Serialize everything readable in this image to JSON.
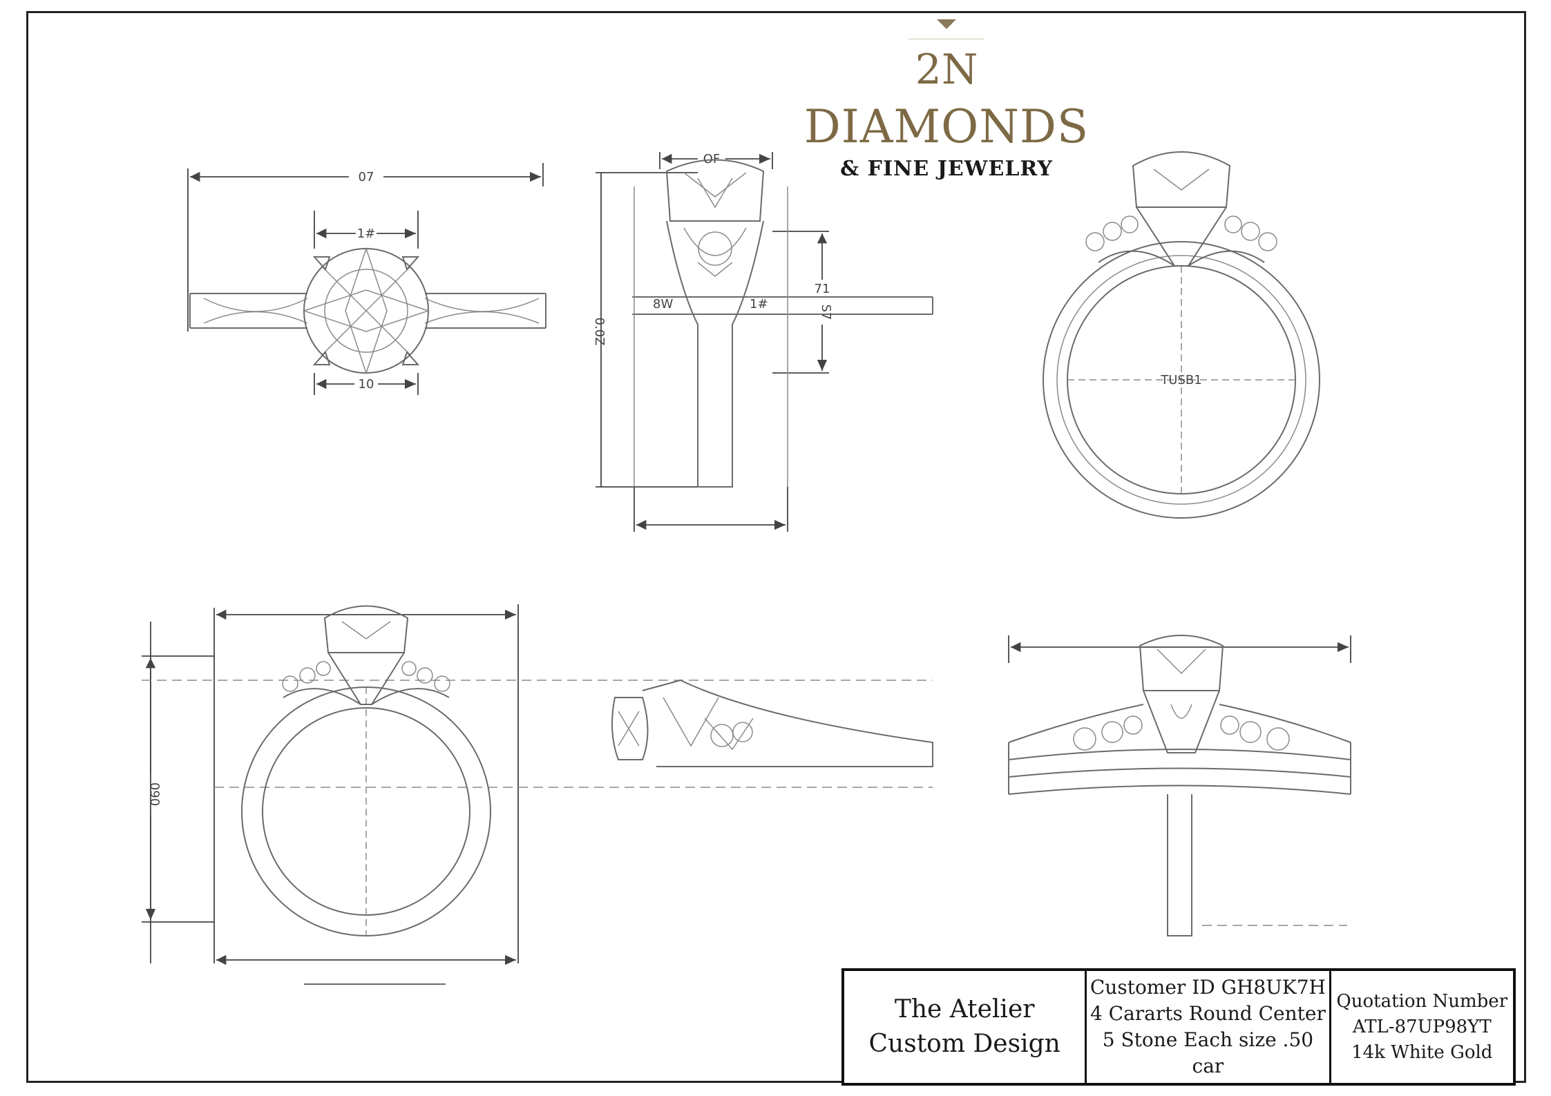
{
  "logo": {
    "monogram": "2N",
    "brand": "DIAMONDS",
    "subtitle": "& FINE JEWELRY",
    "accent_color": "#7d6a45"
  },
  "drawing": {
    "top_view": {
      "overall_width_label": "07",
      "stone_width_label": "1#",
      "band_label": "10"
    },
    "side_view": {
      "top_width_label": "OF",
      "height_label": "0.0Z",
      "left_band_label": "8W",
      "right_band_label": "1#",
      "stone_depth_label": "71",
      "shank_label": "S7"
    },
    "front_view": {
      "inner_diameter_label": "TUSB1"
    },
    "front_view_lower": {
      "height_label": "090"
    }
  },
  "title_block": {
    "studio_line1": "The Atelier",
    "studio_line2": "Custom Design",
    "customer_id": "Customer ID GH8UK7H",
    "center_stone": "4 Cararts Round Center",
    "side_stones": "5 Stone Each size .50 car",
    "quotation_label": "Quotation Number",
    "quotation_number": "ATL-87UP98YT",
    "metal": "14k White Gold"
  }
}
